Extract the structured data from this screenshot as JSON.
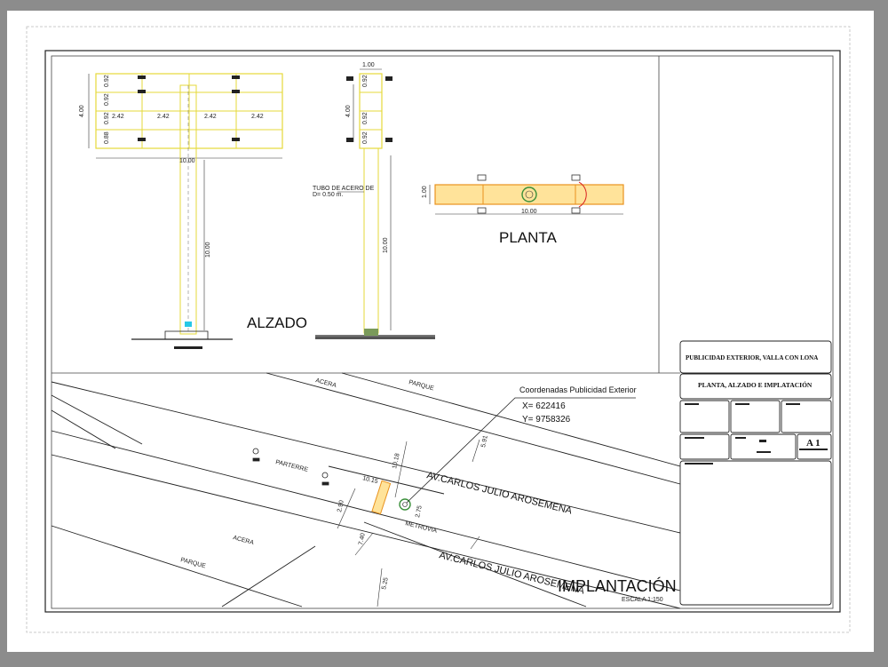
{
  "views": {
    "alzado": "ALZADO",
    "planta": "PLANTA",
    "implantacion": "IMPLANTACIÓN",
    "escala": "ESCALA 1:150"
  },
  "dims": {
    "width_10": "10.00",
    "width_1": "1.00",
    "height_4": "4.00",
    "pole_height": "10.00",
    "panel": "2.42",
    "cell_092": "0.92",
    "cell_088": "0.88"
  },
  "notes": {
    "tubo_line1": "TUBO DE ACERO DE",
    "tubo_line2": "D= 0.50 m."
  },
  "site": {
    "acera": "ACERA",
    "parque": "PARQUE",
    "parterre": "PARTERRE",
    "metrovia": "METROVIA",
    "avenue": "AV.CARLOS JULIO AROSEMENA",
    "d_1015": "10.15",
    "d_1018": "10.18",
    "d_591": "5.91",
    "d_275": "2.75",
    "d_290": "2.90",
    "d_740": "7.40",
    "d_525": "5.25"
  },
  "coords": {
    "title": "Coordenadas Publicidad Exterior",
    "x": "X=  622416",
    "y": "Y=  9758326"
  },
  "title_block": {
    "project": "PUBLICIDAD EXTERIOR, VALLA CON LONA",
    "content": "PLANTA, ALZADO E IMPLATACIÓN",
    "sheet": "A 1"
  }
}
